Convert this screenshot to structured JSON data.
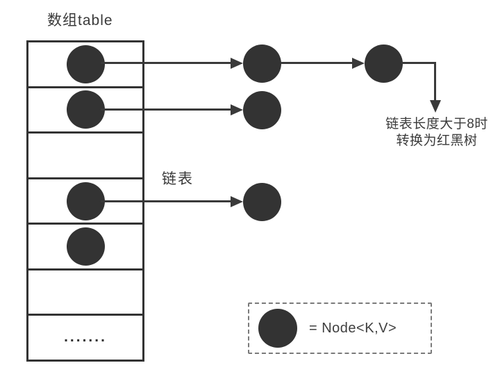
{
  "title": "数组table",
  "array": {
    "row_count": 7,
    "rows": [
      "node",
      "node",
      "empty",
      "node",
      "node",
      "empty",
      "dots"
    ],
    "dots_text": "......."
  },
  "linked_list_label": "链表",
  "treeify_note": {
    "line1": "链表长度大于8时",
    "line2": "转换为红黑树"
  },
  "legend": {
    "equals_text": "= Node<K,V>"
  },
  "chains": {
    "row1_chain_nodes": 2,
    "row2_chain_nodes": 1,
    "row4_chain_nodes": 1
  },
  "colors": {
    "node_fill": "#333333",
    "line": "#3a3a3a",
    "array_border": "#333333",
    "legend_border": "#7a7a7a",
    "text": "#3a3a3a",
    "background": "#ffffff"
  }
}
